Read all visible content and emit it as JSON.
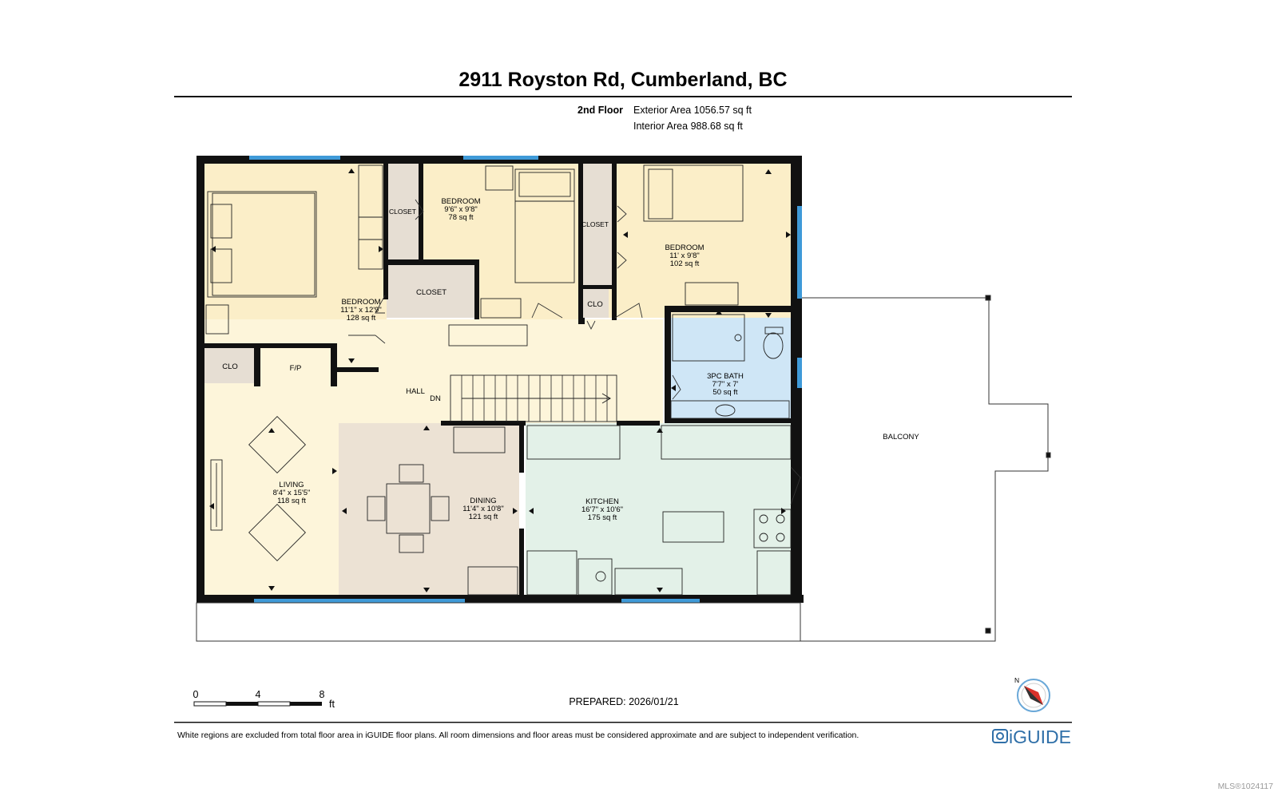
{
  "address": "2911 Royston Rd, Cumberland, BC",
  "floor": {
    "name": "2nd Floor",
    "exterior_area": "Exterior Area 1056.57 sq ft",
    "interior_area": "Interior Area 988.68 sq ft"
  },
  "rooms": {
    "bedroom_main": {
      "name": "BEDROOM",
      "dims": "11'1\" x 12'9\"",
      "area": "128 sq ft"
    },
    "bedroom_mid": {
      "name": "BEDROOM",
      "dims": "9'6\" x 9'8\"",
      "area": "78 sq ft"
    },
    "bedroom_right": {
      "name": "BEDROOM",
      "dims": "11' x 9'8\"",
      "area": "102 sq ft"
    },
    "bath": {
      "name": "3PC BATH",
      "dims": "7'7\" x 7'",
      "area": "50 sq ft"
    },
    "living": {
      "name": "LIVING",
      "dims": "8'4\" x 15'5\"",
      "area": "118 sq ft"
    },
    "dining": {
      "name": "DINING",
      "dims": "11'4\" x 10'8\"",
      "area": "121 sq ft"
    },
    "kitchen": {
      "name": "KITCHEN",
      "dims": "16'7\" x 10'6\"",
      "area": "175 sq ft"
    }
  },
  "small_labels": {
    "closet_a": "CLOSET",
    "closet_b": "CLOSET",
    "closet_c": "CLOSET",
    "clo_a": "CLO",
    "clo_b": "CLO",
    "fp": "F/P",
    "hall": "HALL",
    "dn": "DN",
    "balcony": "BALCONY"
  },
  "scale": {
    "ticks": [
      "0",
      "4",
      "8"
    ],
    "unit": "ft"
  },
  "compass_label": "N",
  "prepared": "PREPARED: 2026/01/21",
  "disclaimer": "White regions are excluded from total floor area in iGUIDE floor plans. All room dimensions and floor areas must be considered approximate and are subject to independent verification.",
  "brand": "iGUIDE",
  "mls": "MLS®1024117",
  "colors": {
    "bedroom": "#fbeec8",
    "living": "#fdf5da",
    "dining": "#ece2d4",
    "kitchen": "#e3f1e8",
    "bath": "#cfe6f6",
    "closet": "#e6ded3",
    "window": "#3f9ad8",
    "wall": "#111111"
  }
}
